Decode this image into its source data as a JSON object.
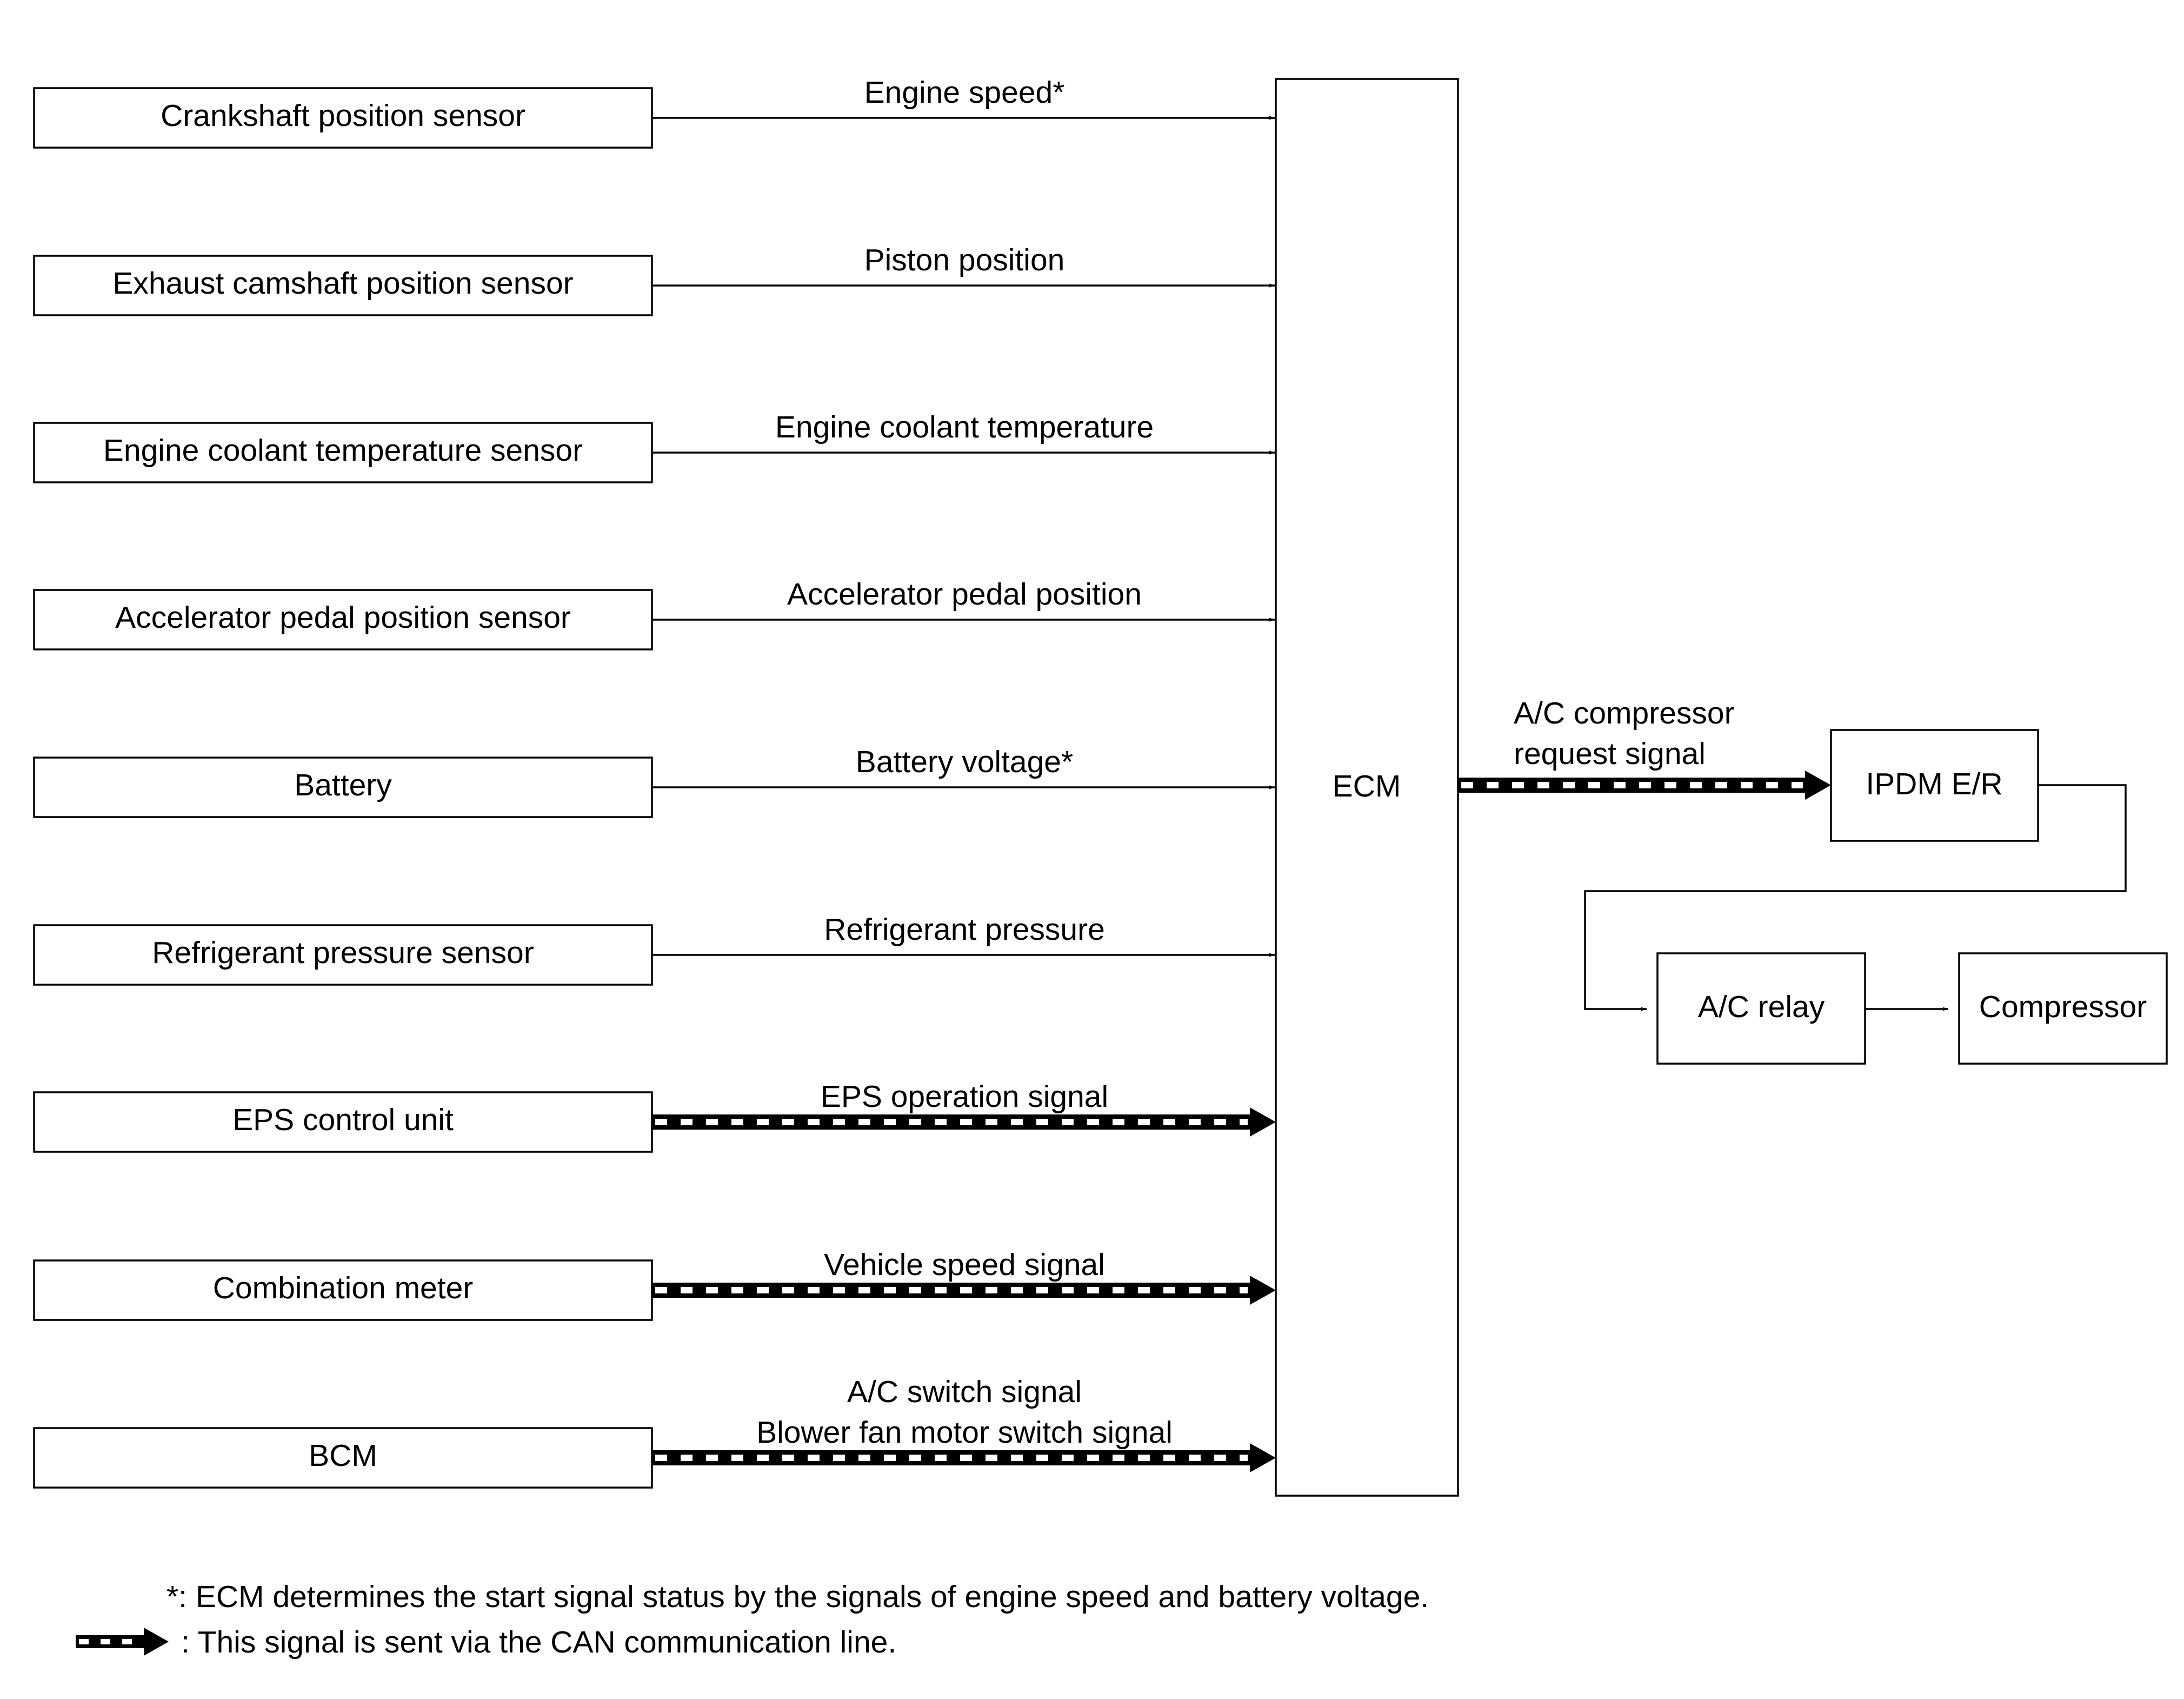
{
  "sensors": [
    {
      "label": "Crankshaft position sensor",
      "signal": [
        "Engine speed*"
      ],
      "can": false
    },
    {
      "label": "Exhaust camshaft position sensor",
      "signal": [
        "Piston position"
      ],
      "can": false
    },
    {
      "label": "Engine coolant temperature sensor",
      "signal": [
        "Engine coolant temperature"
      ],
      "can": false
    },
    {
      "label": "Accelerator pedal position sensor",
      "signal": [
        "Accelerator pedal position"
      ],
      "can": false
    },
    {
      "label": "Battery",
      "signal": [
        "Battery voltage*"
      ],
      "can": false
    },
    {
      "label": "Refrigerant pressure sensor",
      "signal": [
        "Refrigerant pressure"
      ],
      "can": false
    },
    {
      "label": "EPS control unit",
      "signal": [
        "EPS operation signal"
      ],
      "can": true
    },
    {
      "label": "Combination meter",
      "signal": [
        "Vehicle speed signal"
      ],
      "can": true
    },
    {
      "label": "BCM",
      "signal": [
        "A/C switch signal",
        "Blower fan motor switch signal"
      ],
      "can": true
    }
  ],
  "ecm": {
    "label": "ECM"
  },
  "output": {
    "signal": [
      "A/C compressor",
      "request signal"
    ],
    "ipdm": "IPDM E/R",
    "relay": "A/C relay",
    "compressor": "Compressor"
  },
  "notes": {
    "asterisk": "*: ECM determines the start signal status by the signals of engine speed and battery voltage.",
    "can": ": This signal is sent via the CAN communication line."
  }
}
